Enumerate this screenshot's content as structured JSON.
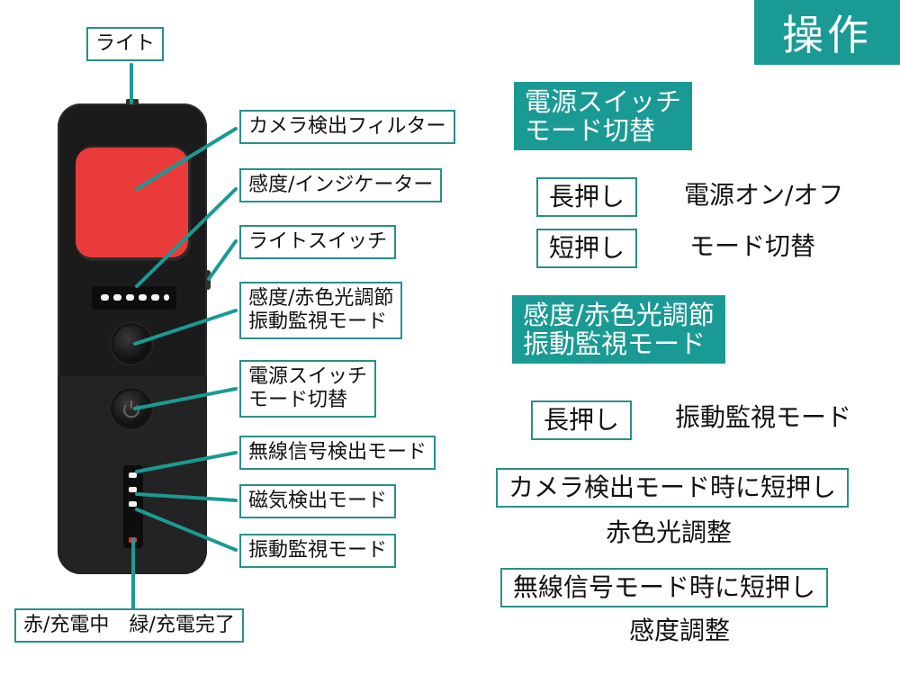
{
  "title": "操作",
  "callouts": {
    "light": "ライト",
    "camera_filter": "カメラ検出フィルター",
    "sensitivity_indicator": "感度/インジケーター",
    "light_switch": "ライトスイッチ",
    "knob_line1": "感度/赤色光調節",
    "knob_line2": "振動監視モード",
    "power_line1": "電源スイッチ",
    "power_line2": "モード切替",
    "wireless_mode": "無線信号検出モード",
    "magnetic_mode": "磁気検出モード",
    "vibration_mode": "振動監視モード",
    "charging": "赤/充電中　緑/充電完了"
  },
  "right_panel": {
    "power_head_line1": "電源スイッチ",
    "power_head_line2": "モード切替",
    "long_press": "長押し",
    "power_onoff": "電源オン/オフ",
    "short_press": "短押し",
    "mode_switch": "モード切替",
    "knob_head_line1": "感度/赤色光調節",
    "knob_head_line2": "振動監視モード",
    "long_press_2": "長押し",
    "vibration_monitor": "振動監視モード",
    "camera_short_press": "カメラ検出モード時に短押し",
    "red_adjust": "赤色光調整",
    "wireless_short_press": "無線信号モード時に短押し",
    "sensitivity_adjust": "感度調整"
  },
  "colors": {
    "accent": "#1a9a94",
    "lens": "#ea3b3b",
    "device": "#1b1b1b"
  }
}
